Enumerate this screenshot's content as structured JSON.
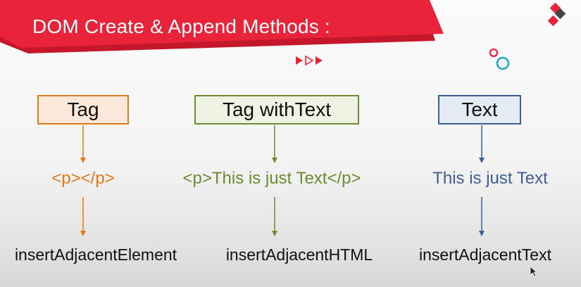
{
  "slide": {
    "title": "DOM Create & Append Methods :"
  },
  "colors": {
    "banner": "#e8233a",
    "banner_dark": "#c4172c",
    "orange": "#e07a1a",
    "green": "#6e8a32",
    "blue": "#3f5f91"
  },
  "columns": [
    {
      "box_label": "Tag",
      "middle_text": "<p></p>",
      "method": "insertAdjacentElement",
      "color": "#e07a1a",
      "box_fill": "#fde9db"
    },
    {
      "box_label": "Tag withText",
      "middle_text": "<p>This is just Text</p>",
      "method": "insertAdjacentHTML",
      "color": "#6e8a32",
      "box_fill": "#eef3e3"
    },
    {
      "box_label": "Text",
      "middle_text": "This is just Text",
      "method": "insertAdjacentText",
      "color": "#3f5f91",
      "box_fill": "#e4ebf5"
    }
  ]
}
